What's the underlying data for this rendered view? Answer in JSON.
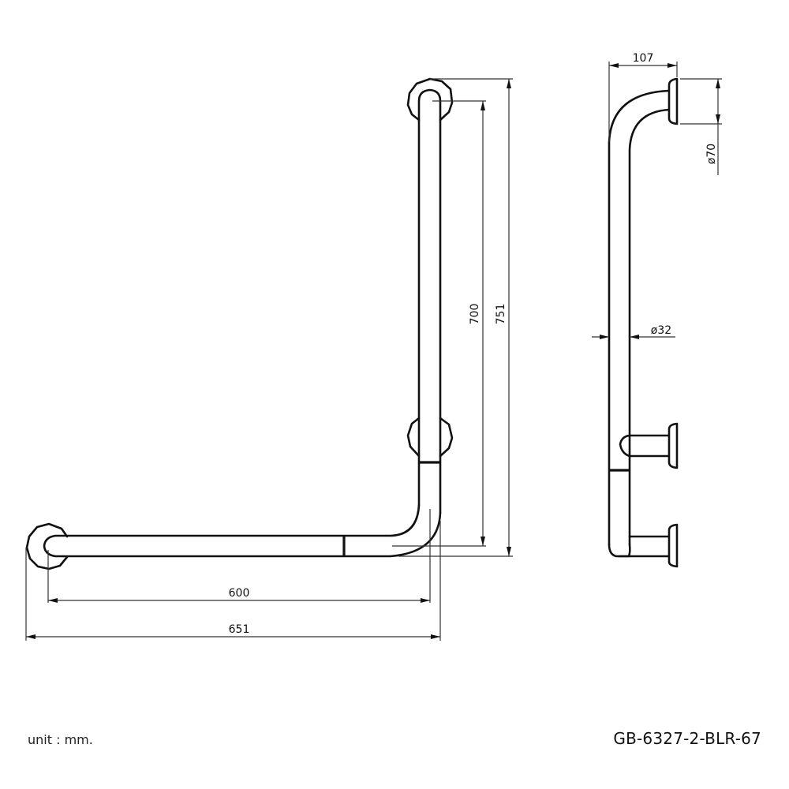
{
  "drawing": {
    "title": "L-shaped grab bar technical drawing",
    "views": [
      "front-view",
      "side-view"
    ],
    "dimensions": {
      "horizontal_inner": "600",
      "horizontal_overall": "651",
      "vertical_inner": "700",
      "vertical_overall": "751",
      "projection": "107",
      "flange_diameter": "ø70",
      "tube_diameter": "ø32"
    }
  },
  "footer": {
    "unit_label": "unit : mm.",
    "model_code": "GB-6327-2-BLR-67"
  },
  "colors": {
    "line": "#111111",
    "background": "#ffffff"
  }
}
